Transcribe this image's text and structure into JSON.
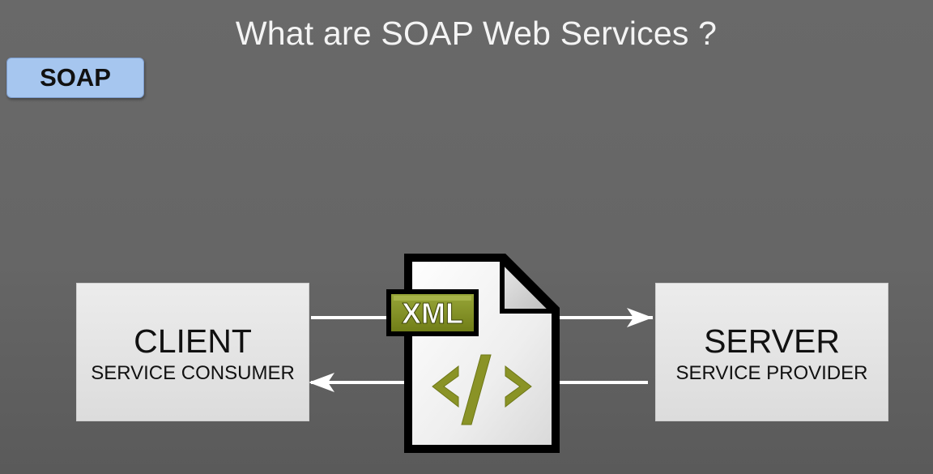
{
  "slide": {
    "title": "What are SOAP Web Services ?",
    "badge_label": "SOAP"
  },
  "client": {
    "title": "CLIENT",
    "subtitle": "SERVICE CONSUMER"
  },
  "server": {
    "title": "SERVER",
    "subtitle": "SERVICE PROVIDER"
  },
  "document": {
    "tag_label": "XML",
    "code_glyph": "</>",
    "icon": "xml-file-icon"
  },
  "colors": {
    "background": "#666666",
    "badge_fill": "#a6c6ef",
    "box_fill": "#e6e6e6",
    "xml_tag_green": "#7d8b1c",
    "code_glyph_green": "#8a9326",
    "arrow": "#ffffff"
  }
}
